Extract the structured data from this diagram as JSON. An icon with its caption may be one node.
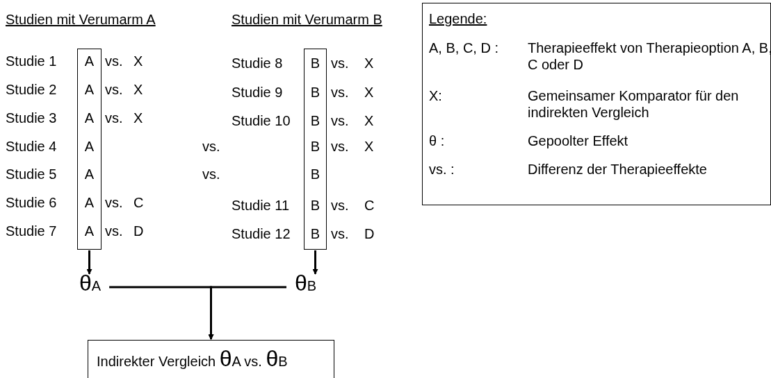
{
  "diagram": {
    "nodes": [
      {
        "text": [
          "A",
          "A",
          "A",
          "A",
          "A",
          "A",
          "A"
        ]
      },
      {
        "text": [
          "B",
          "B",
          "B",
          "B",
          "B",
          "B",
          "B"
        ]
      },
      {
        "text": [
          "θA"
        ]
      },
      {
        "text": [
          "θB"
        ]
      },
      {
        "text": [
          "Indirekter Vergleich θA vs. θB"
        ]
      },
      {
        "text": [
          "Legende:",
          "A, B, C, D :",
          "Therapieeffekt von Therapieoption A, B, C oder D",
          "X:",
          "Gemeinsamer Komparator für den indirekten Vergleich",
          "θ :",
          "Gepoolter Effekt",
          "vs. :",
          "Differenz der Therapieeffekte"
        ]
      }
    ],
    "edges": [
      {
        "from": 0,
        "to": 2,
        "arrow": "to"
      },
      {
        "from": 1,
        "to": 3,
        "arrow": "to"
      },
      {
        "from": 2,
        "to": 4,
        "arrow": "to"
      },
      {
        "from": 3,
        "to": 4,
        "arrow": "to"
      }
    ],
    "labels": [
      "Studien mit Verumarm A",
      "Studien mit Verumarm B",
      "Studie 1",
      "vs.",
      "X",
      "Studie 8",
      "vs.",
      "X",
      "Studie 2",
      "vs.",
      "X",
      "Studie 9",
      "vs.",
      "X",
      "Studie 3",
      "vs.",
      "X",
      "Studie 10",
      "vs.",
      "X",
      "Studie 4",
      "vs.",
      "vs.",
      "X",
      "Studie 5",
      "vs.",
      "Studie 6",
      "vs.",
      "C",
      "Studie 11",
      "vs.",
      "C",
      "Studie 7",
      "vs.",
      "D",
      "Studie 12",
      "vs.",
      "D"
    ]
  }
}
